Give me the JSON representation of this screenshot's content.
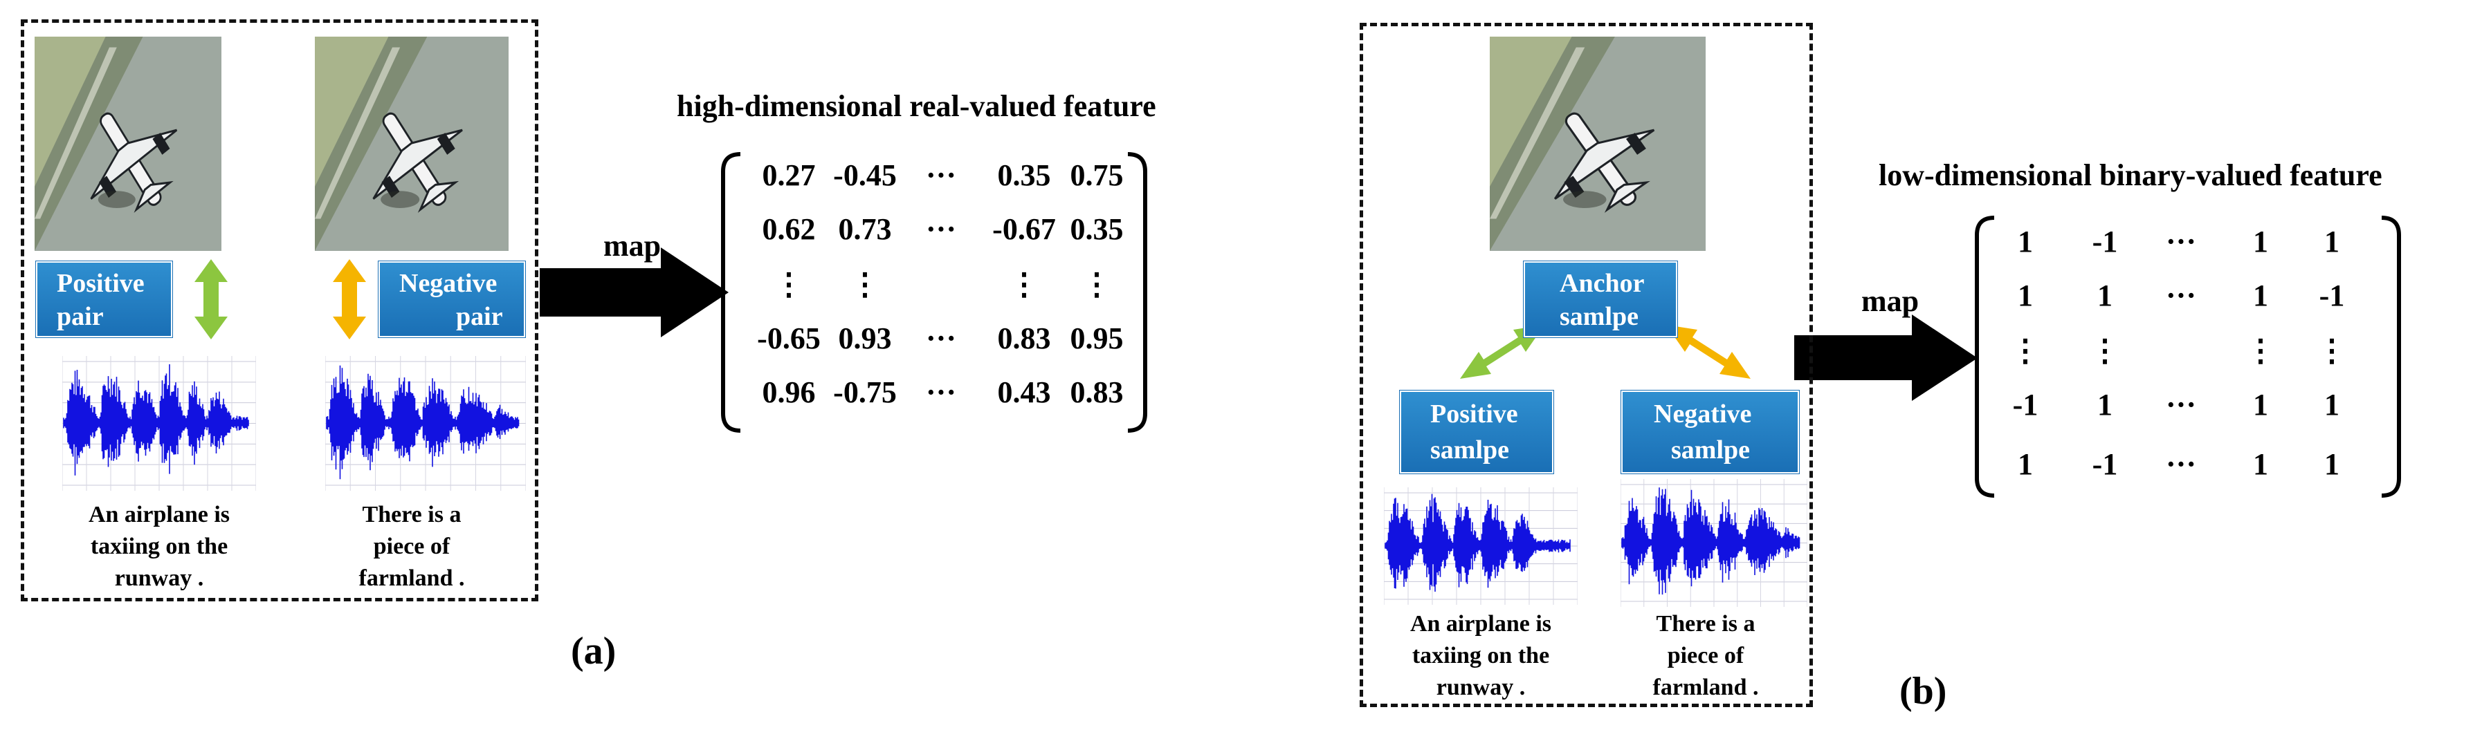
{
  "panel_a": {
    "tag": "(a)",
    "positive_label_line1": "Positive",
    "positive_label_line2": "pair",
    "negative_label_line1": "Negative",
    "negative_label_line2": "pair",
    "caption_left": "An airplane is\ntaxiing on the\nrunway .",
    "caption_right": "There is a\npiece of\nfarmland .",
    "map_label": "map",
    "feature_title": "high-dimensional real-valued feature",
    "matrix": [
      [
        "0.27",
        "-0.45",
        "···",
        "0.35",
        "0.75"
      ],
      [
        "0.62",
        "0.73",
        "···",
        "-0.67",
        "0.35"
      ],
      [
        "⋮",
        "⋮",
        "",
        "⋮",
        "⋮"
      ],
      [
        "-0.65",
        "0.93",
        "···",
        "0.83",
        "0.95"
      ],
      [
        "0.96",
        "-0.75",
        "···",
        "0.43",
        "0.83"
      ]
    ]
  },
  "panel_b": {
    "tag": "(b)",
    "anchor_label_line1": "Anchor",
    "anchor_label_line2": "samlpe",
    "positive_label_line1": "Positive",
    "positive_label_line2": "samlpe",
    "negative_label_line1": "Negative",
    "negative_label_line2": "samlpe",
    "caption_left": "An airplane is\ntaxiing on the\nrunway .",
    "caption_right": "There is a\npiece of\nfarmland .",
    "map_label": "map",
    "feature_title": "low-dimensional binary-valued feature",
    "matrix": [
      [
        "1",
        "-1",
        "···",
        "1",
        "1"
      ],
      [
        "1",
        "1",
        "···",
        "1",
        "-1"
      ],
      [
        "⋮",
        "⋮",
        "",
        "⋮",
        "⋮"
      ],
      [
        "-1",
        "1",
        "···",
        "1",
        "1"
      ],
      [
        "1",
        "-1",
        "···",
        "1",
        "1"
      ]
    ]
  },
  "colors": {
    "label_blue": "#1a6fb5",
    "arrow_green": "#8cc63f",
    "arrow_orange": "#f5b400",
    "wave_blue": "#1212e0"
  }
}
